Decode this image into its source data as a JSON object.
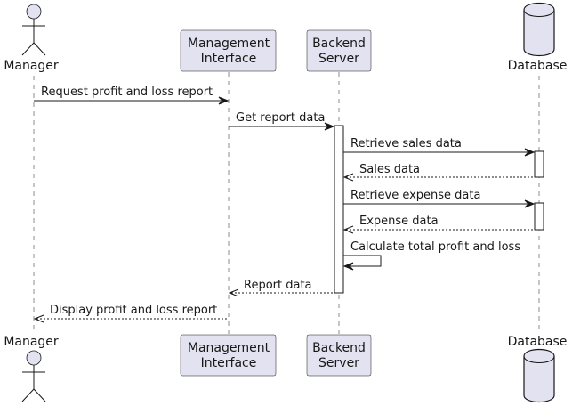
{
  "participants": [
    {
      "id": "manager",
      "type": "actor",
      "label_lines": [
        "Manager"
      ]
    },
    {
      "id": "ui",
      "type": "participant",
      "label_lines": [
        "Management",
        "Interface"
      ]
    },
    {
      "id": "server",
      "type": "participant",
      "label_lines": [
        "Backend",
        "Server"
      ]
    },
    {
      "id": "db",
      "type": "database",
      "label_lines": [
        "Database"
      ]
    }
  ],
  "messages": [
    {
      "from": "manager",
      "to": "ui",
      "label": "Request profit and loss report",
      "style": "solid"
    },
    {
      "from": "ui",
      "to": "server",
      "label": "Get report data",
      "style": "solid"
    },
    {
      "from": "server",
      "to": "db",
      "label": "Retrieve sales data",
      "style": "solid"
    },
    {
      "from": "db",
      "to": "server",
      "label": "Sales data",
      "style": "dashed"
    },
    {
      "from": "server",
      "to": "db",
      "label": "Retrieve expense data",
      "style": "solid"
    },
    {
      "from": "db",
      "to": "server",
      "label": "Expense data",
      "style": "dashed"
    },
    {
      "from": "server",
      "to": "server",
      "label": "Calculate total profit and loss",
      "style": "self"
    },
    {
      "from": "server",
      "to": "ui",
      "label": "Report data",
      "style": "dashed"
    },
    {
      "from": "ui",
      "to": "manager",
      "label": "Display profit and loss report",
      "style": "dashed"
    }
  ],
  "colors": {
    "participant_fill": "#E2E2F0",
    "stroke": "#181818"
  }
}
